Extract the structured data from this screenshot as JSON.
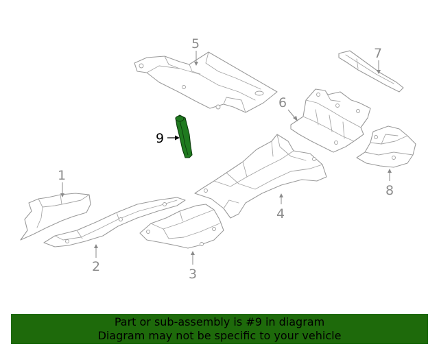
{
  "callouts": {
    "c1": "1",
    "c2": "2",
    "c3": "3",
    "c4": "4",
    "c5": "5",
    "c6": "6",
    "c7": "7",
    "c8": "8",
    "c9": "9"
  },
  "highlight": {
    "part_number": "9",
    "fill_color": "#1f7a1f"
  },
  "banner": {
    "line1": "Part or sub-assembly is #9 in diagram",
    "line2": "Diagram may not be specific to your vehicle",
    "background": "#1e6a0b"
  }
}
